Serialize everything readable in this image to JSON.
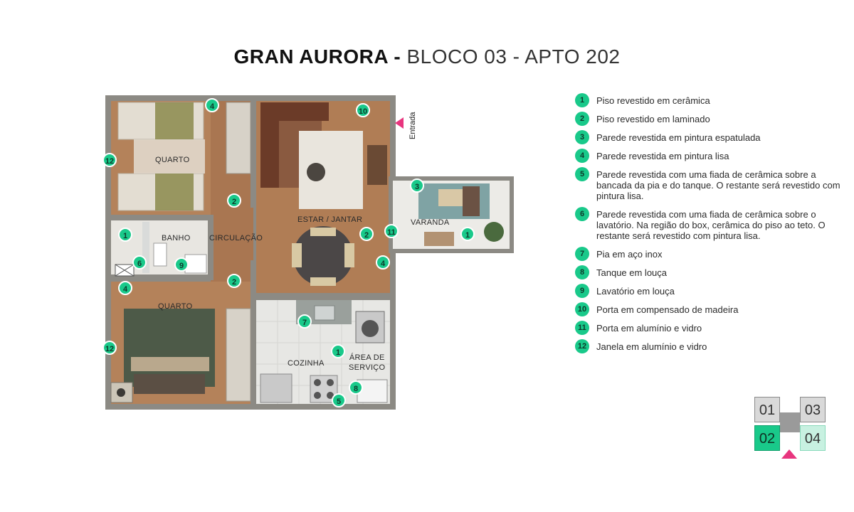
{
  "title": {
    "bold": "GRAN AURORA -",
    "light": "BLOCO 03 - APTO 202"
  },
  "rooms": {
    "quarto_top": "QUARTO",
    "banho": "BANHO",
    "circulacao": "CIRCULAÇÃO",
    "estar": "ESTAR / JANTAR",
    "varanda": "VARANDA",
    "quarto_bottom": "QUARTO",
    "cozinha": "COZINHA",
    "area_line1": "ÁREA DE",
    "area_line2": "SERVIÇO"
  },
  "entrada": "Entrada",
  "markers": [
    "4",
    "10",
    "12",
    "3",
    "2",
    "1",
    "11",
    "2",
    "6",
    "9",
    "2",
    "4",
    "4",
    "7",
    "1",
    "12",
    "8",
    "5",
    "1"
  ],
  "legend": [
    {
      "num": "1",
      "text": "Piso revestido em cerâmica"
    },
    {
      "num": "2",
      "text": "Piso revestido em laminado"
    },
    {
      "num": "3",
      "text": "Parede revestida em pintura espatulada"
    },
    {
      "num": "4",
      "text": "Parede revestida em pintura lisa"
    },
    {
      "num": "5",
      "text": "Parede revestida com uma fiada de cerâmica sobre a bancada da pia e do tanque. O restante será revestido com pintura lisa."
    },
    {
      "num": "6",
      "text": "Parede revestida com uma fiada de cerâmica sobre o lavatório. Na região do box, cerâmica do piso ao teto. O restante será revestido com pintura lisa."
    },
    {
      "num": "7",
      "text": "Pia em aço inox"
    },
    {
      "num": "8",
      "text": "Tanque em louça"
    },
    {
      "num": "9",
      "text": "Lavatório em louça"
    },
    {
      "num": "10",
      "text": "Porta em compensado de madeira"
    },
    {
      "num": "11",
      "text": "Porta em alumínio e vidro"
    },
    {
      "num": "12",
      "text": "Janela em alumínio e vidro"
    }
  ],
  "keymap": {
    "u01": "01",
    "u02": "02",
    "u03": "03",
    "u04": "04"
  },
  "colors": {
    "accent": "#19c98a",
    "arrow": "#e8357e",
    "wall": "#8c8a84",
    "wood": "#b07d55",
    "tile": "#e7e7e4"
  }
}
